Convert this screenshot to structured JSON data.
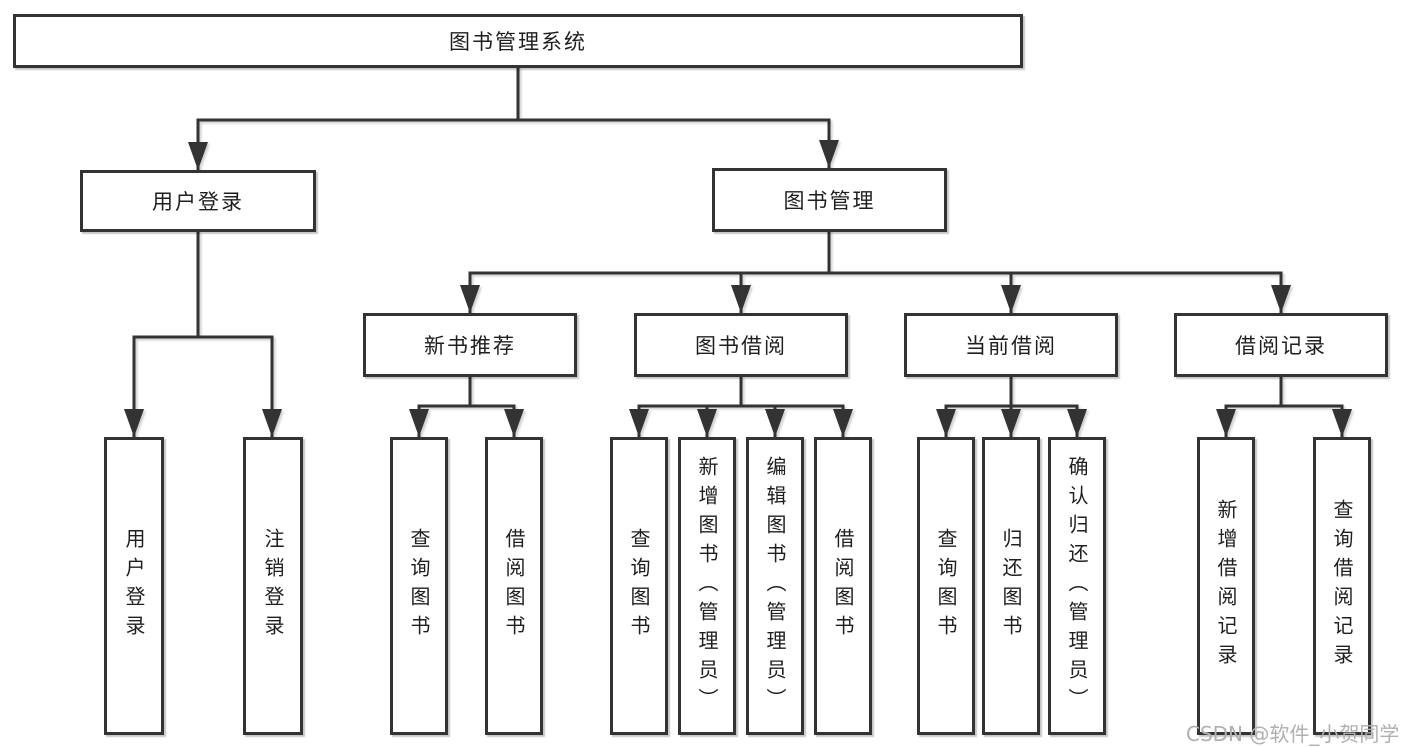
{
  "title": "图书管理系统",
  "watermark": "CSDN @软件_小贺同学",
  "colors": {
    "line": "#333333",
    "border": "#333333",
    "text": "#1f1f1f",
    "watermark": "#b0b0b0",
    "background": "#ffffff"
  },
  "nodes": {
    "root": "图书管理系统",
    "user_login": "用户登录",
    "book_mgmt": "图书管理",
    "login": "用户登录",
    "logout": "注销登录",
    "new_rec": "新书推荐",
    "borrow": "图书借阅",
    "current": "当前借阅",
    "record": "借阅记录",
    "rec_query": "查询图书",
    "rec_borrow": "借阅图书",
    "bb_query": "查询图书",
    "bb_add": "新增图书（管理员）",
    "bb_edit": "编辑图书（管理员）",
    "bb_borrow": "借阅图书",
    "cb_query": "查询图书",
    "cb_return": "归还图书",
    "cb_confirm": "确认归还（管理员）",
    "br_add": "新增借阅记录",
    "br_query": "查询借阅记录"
  },
  "hierarchy": {
    "图书管理系统": {
      "用户登录": [
        "用户登录",
        "注销登录"
      ],
      "图书管理": {
        "新书推荐": [
          "查询图书",
          "借阅图书"
        ],
        "图书借阅": [
          "查询图书",
          "新增图书（管理员）",
          "编辑图书（管理员）",
          "借阅图书"
        ],
        "当前借阅": [
          "查询图书",
          "归还图书",
          "确认归还（管理员）"
        ],
        "借阅记录": [
          "新增借阅记录",
          "查询借阅记录"
        ]
      }
    }
  }
}
